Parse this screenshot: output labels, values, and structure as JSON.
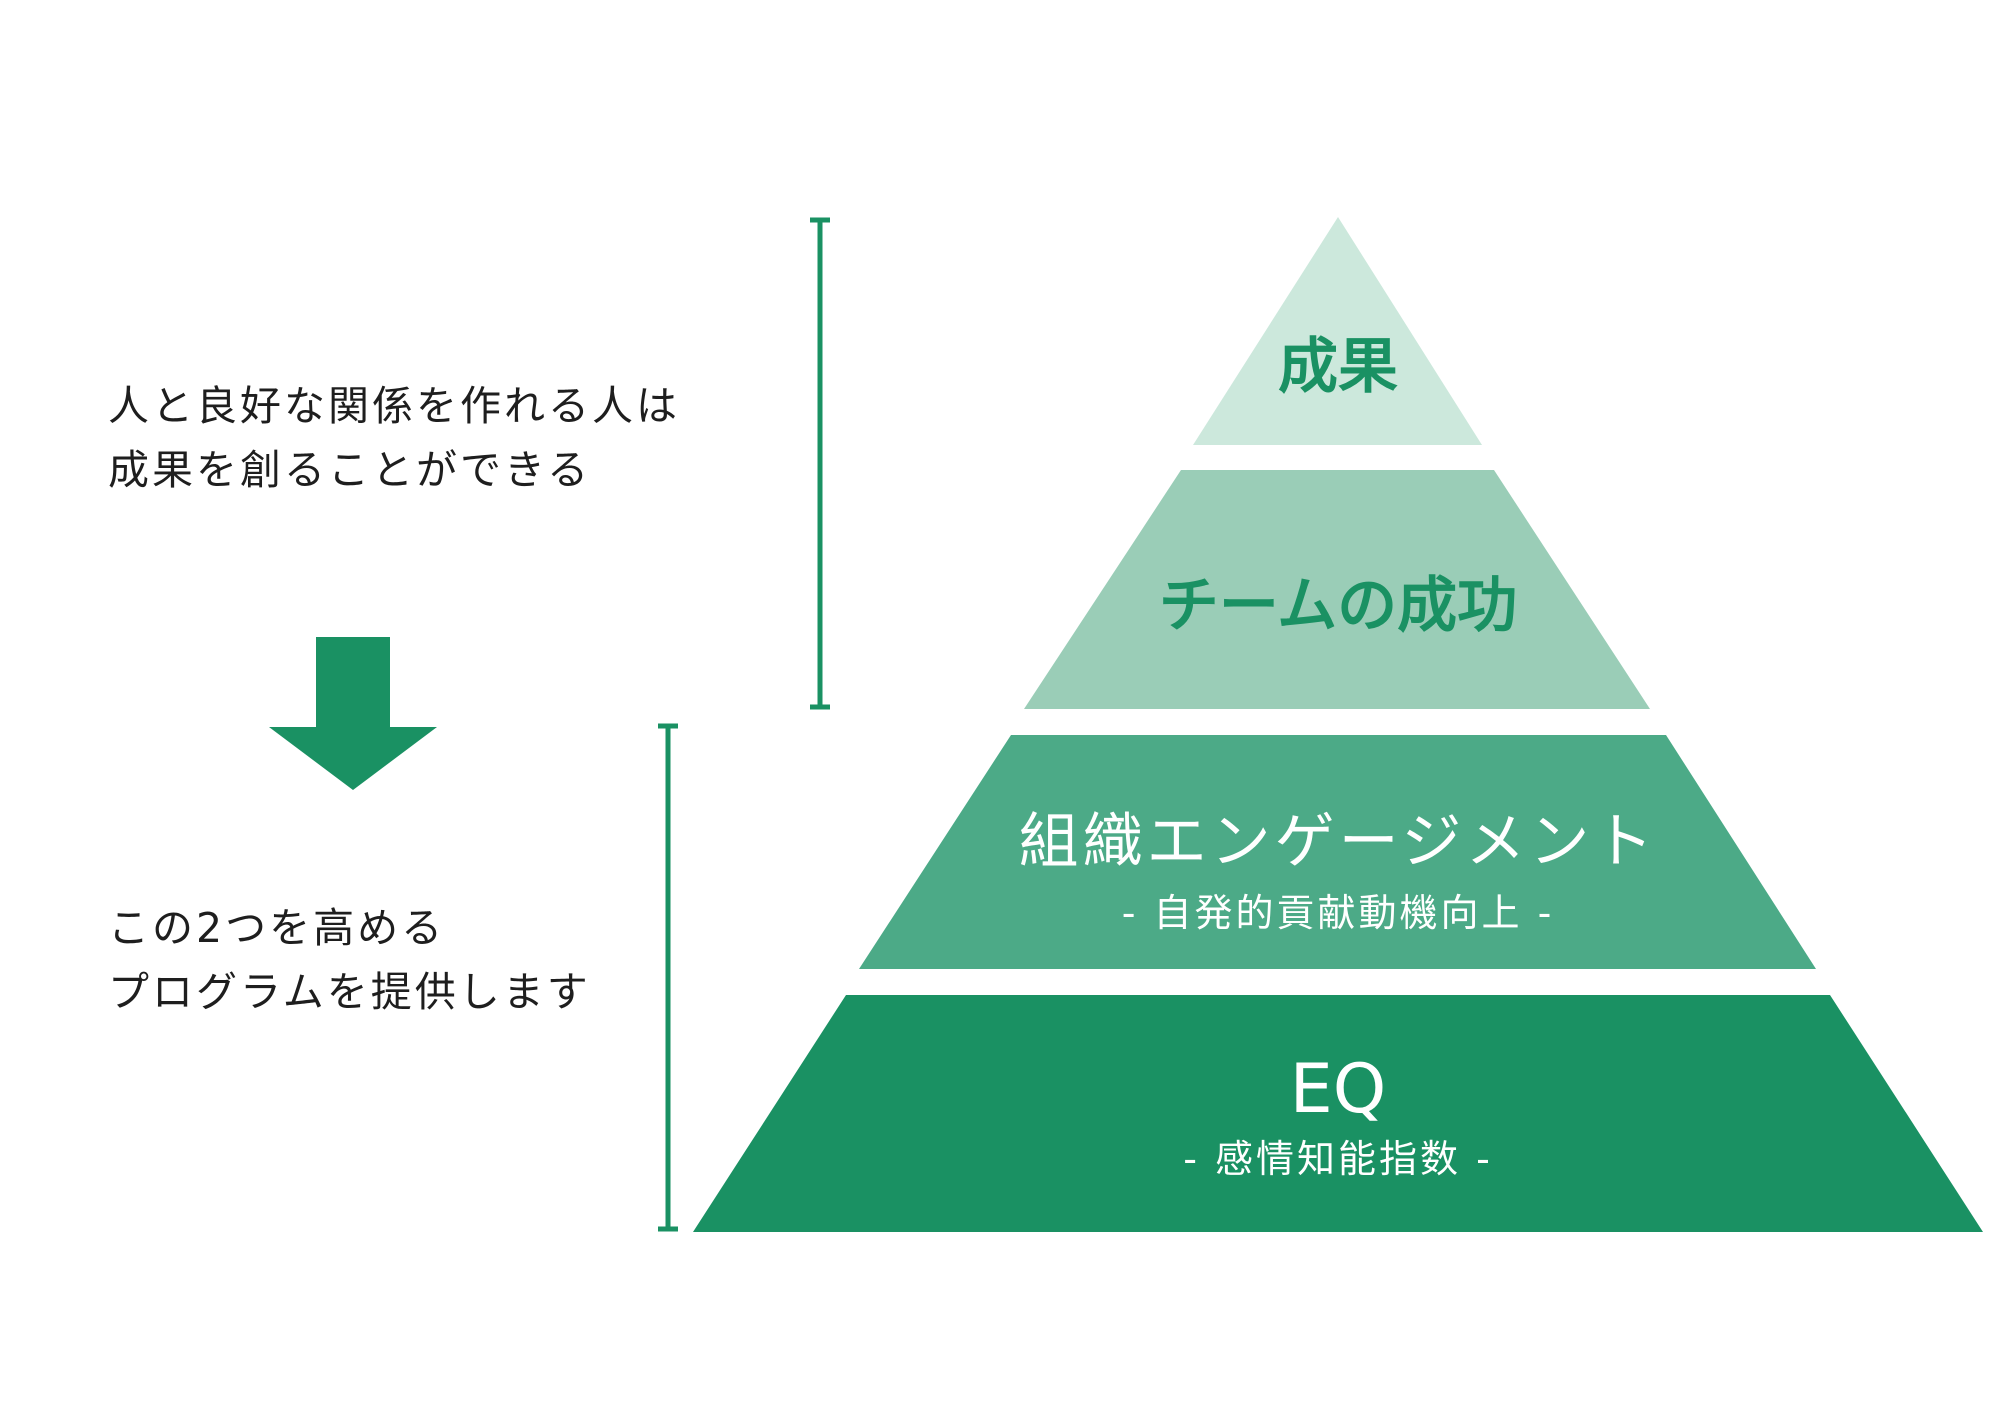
{
  "left_texts": {
    "top": {
      "line1": "人と良好な関係を作れる人は",
      "line2": "成果を創ることができる"
    },
    "bottom": {
      "line1": "この2つを高める",
      "line2": "プログラムを提供します"
    }
  },
  "pyramid": {
    "tiers": [
      {
        "title": "成果",
        "subtitle": ""
      },
      {
        "title": "チームの成功",
        "subtitle": ""
      },
      {
        "title": "組織エンゲージメント",
        "subtitle": "- 自発的貢献動機向上 -"
      },
      {
        "title": "EQ",
        "subtitle": "- 感情知能指数 -"
      }
    ]
  },
  "colors": {
    "accent": "#1a9163",
    "tier1_fill": "#cce8dc",
    "tier2_fill": "#9acdb7",
    "tier3_fill": "#4caa87",
    "tier4_fill": "#1a9163",
    "dark_text": "#1a9163",
    "light_text": "#ffffff"
  }
}
